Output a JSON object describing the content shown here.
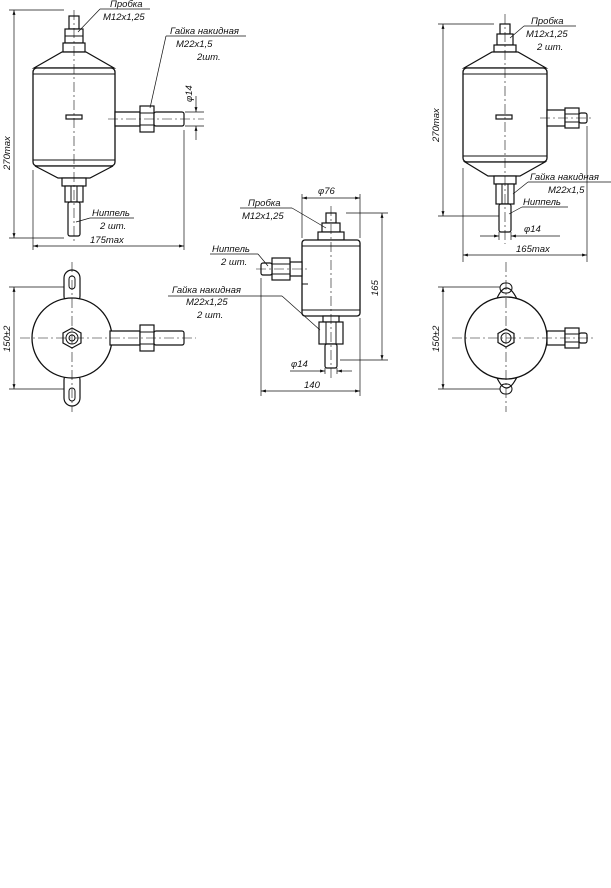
{
  "left_view": {
    "plug": "Пробка",
    "plug_thread": "М12х1,25",
    "nut": "Гайка накидная",
    "nut_thread": "М22х1,5",
    "nut_qty": "2шт.",
    "phi": "φ14",
    "nipple": "Ниппель",
    "nipple_qty": "2 шт.",
    "height": "270max",
    "width": "175max",
    "base": "150±2"
  },
  "middle_view": {
    "diameter": "φ76",
    "plug": "Пробка",
    "plug_thread": "М12х1,25",
    "nipple": "Ниппель",
    "nipple_qty": "2 шт.",
    "nut": "Гайка накидная",
    "nut_thread": "М22х1,25",
    "nut_qty": "2 шт.",
    "height": "165",
    "phi": "φ14",
    "width": "140"
  },
  "right_view": {
    "plug": "Пробка",
    "plug_thread": "М12х1,25",
    "plug_qty": "2 шт.",
    "height": "270max",
    "nut": "Гайка накидная",
    "nut_thread": "М22х1,5",
    "nipple": "Ниппель",
    "phi": "φ14",
    "width": "165max",
    "base": "150±2"
  }
}
